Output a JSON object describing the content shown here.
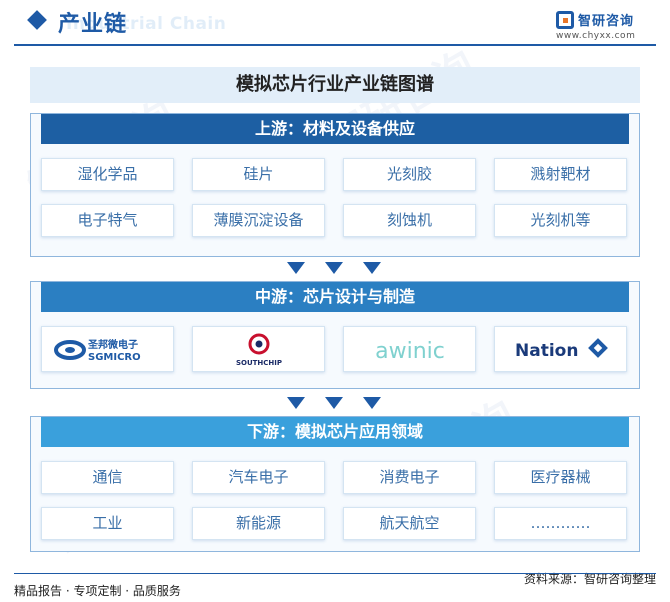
{
  "header": {
    "title": "产业链",
    "subtitle_en": "Industrial Chain",
    "brand_name": "智研咨询",
    "brand_url": "www.chyxx.com"
  },
  "diagram_title": "模拟芯片行业产业链图谱",
  "upstream": {
    "heading": "上游：材料及设备供应",
    "items": [
      "湿化学品",
      "硅片",
      "光刻胶",
      "溅射靶材",
      "电子特气",
      "薄膜沉淀设备",
      "刻蚀机",
      "光刻机等"
    ]
  },
  "midstream": {
    "heading": "中游：芯片设计与制造",
    "logos": [
      {
        "text": "圣邦微电子",
        "sub": "SGMICRO"
      },
      {
        "text": "SOUTHCHIP"
      },
      {
        "text": "awinic"
      },
      {
        "text": "Nation"
      }
    ]
  },
  "downstream": {
    "heading": "下游：模拟芯片应用领域",
    "items": [
      "通信",
      "汽车电子",
      "消费电子",
      "医疗器械",
      "工业",
      "新能源",
      "航天航空",
      "…………"
    ]
  },
  "footer": {
    "left": "精品报告 · 专项定制 · 品质服务",
    "right": "资料来源：智研咨询整理"
  },
  "colors": {
    "primary": "#1e5aa6",
    "upstream_head": "#1d5fa3",
    "midstream_head": "#2b7fc2",
    "downstream_head": "#3aa0dc",
    "cell_text": "#3a6fa8"
  }
}
